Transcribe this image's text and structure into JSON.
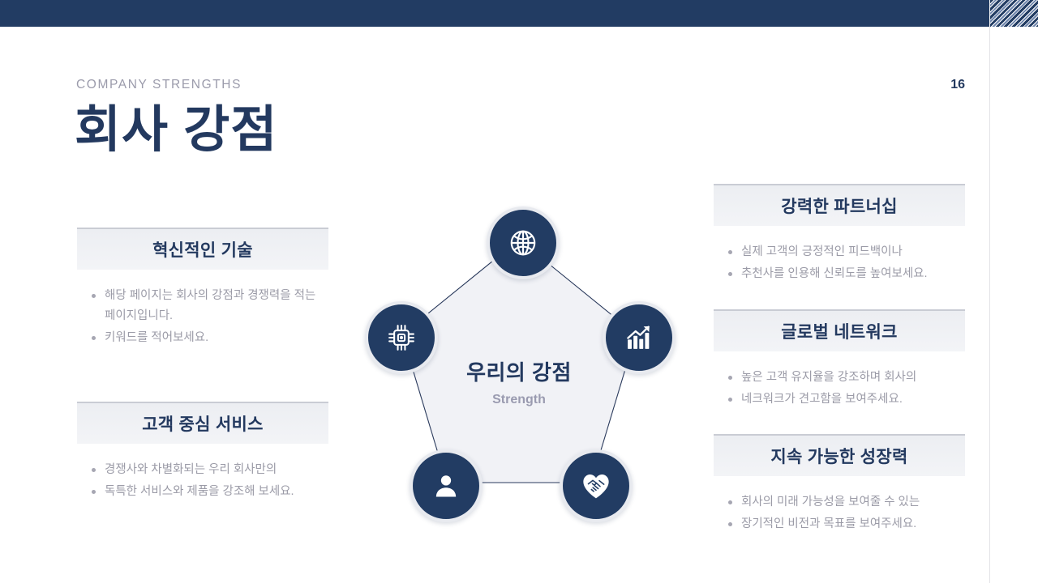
{
  "theme": {
    "navy": "#223c63",
    "title_navy": "#23395f",
    "body_gray": "#9b9ba7",
    "header_gray": "#eceef2",
    "border_gray": "#c9ccd4"
  },
  "header": {
    "eyebrow": "COMPANY STRENGTHS",
    "title": "회사 강점",
    "page_number": "16"
  },
  "diagram": {
    "center_title": "우리의 강점",
    "center_subtitle": "Strength",
    "nodes": [
      {
        "id": "globe",
        "icon": "globe-icon"
      },
      {
        "id": "growth",
        "icon": "growth-chart-icon"
      },
      {
        "id": "handshake",
        "icon": "handshake-heart-icon"
      },
      {
        "id": "person",
        "icon": "person-icon"
      },
      {
        "id": "chip",
        "icon": "microchip-icon"
      }
    ]
  },
  "left_cards": [
    {
      "title": "혁신적인 기술",
      "bullets": [
        "해당 페이지는 회사의 강점과 경쟁력을 적는 페이지입니다.",
        "키워드를 적어보세요."
      ]
    },
    {
      "title": "고객 중심 서비스",
      "bullets": [
        "경쟁사와 차별화되는 우리 회사만의",
        "독특한 서비스와 제품을 강조해 보세요."
      ]
    }
  ],
  "right_cards": [
    {
      "title": "강력한 파트너십",
      "bullets": [
        "실제 고객의 긍정적인 피드백이나",
        "추천사를 인용해 신뢰도를 높여보세요."
      ]
    },
    {
      "title": "글로벌 네트워크",
      "bullets": [
        "높은 고객 유지율을 강조하며 회사의",
        "네크워크가 견고함을 보여주세요."
      ]
    },
    {
      "title": "지속 가능한 성장력",
      "bullets": [
        "회사의 미래 가능성을 보여줄 수 있는",
        " 장기적인 비전과 목표를 보여주세요."
      ]
    }
  ]
}
